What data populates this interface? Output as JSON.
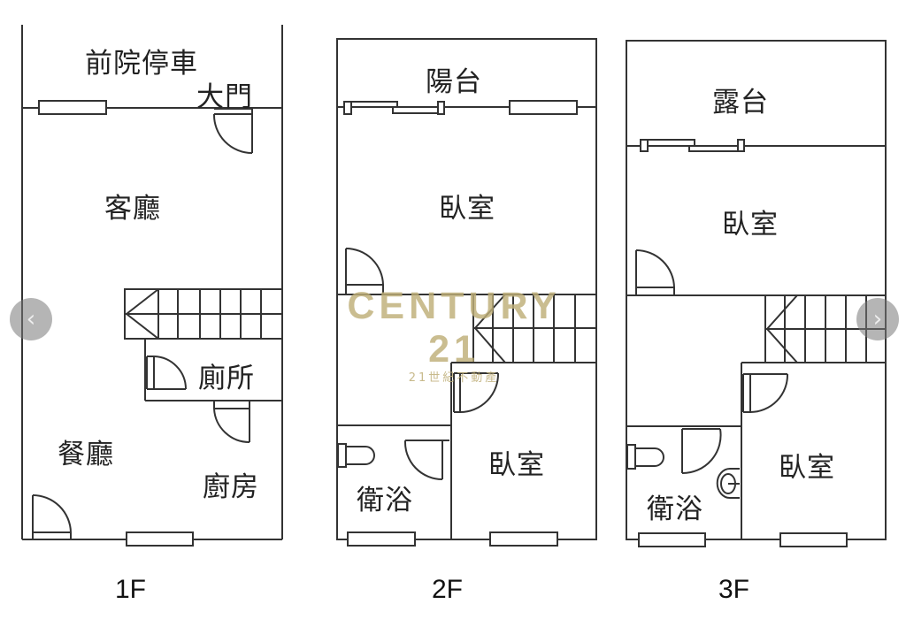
{
  "viewer": {
    "prev_icon": "‹",
    "next_icon": "›"
  },
  "watermark": {
    "brand": "CENTURY 21",
    "sub": "21世紀不動產",
    "color": "#BEAE78"
  },
  "floors": [
    {
      "label": "1F",
      "rooms": [
        "前院停車",
        "大門",
        "客廳",
        "廁所",
        "餐廳",
        "廚房"
      ]
    },
    {
      "label": "2F",
      "rooms": [
        "陽台",
        "臥室",
        "衛浴",
        "臥室"
      ]
    },
    {
      "label": "3F",
      "rooms": [
        "露台",
        "臥室",
        "衛浴",
        "臥室"
      ]
    }
  ]
}
